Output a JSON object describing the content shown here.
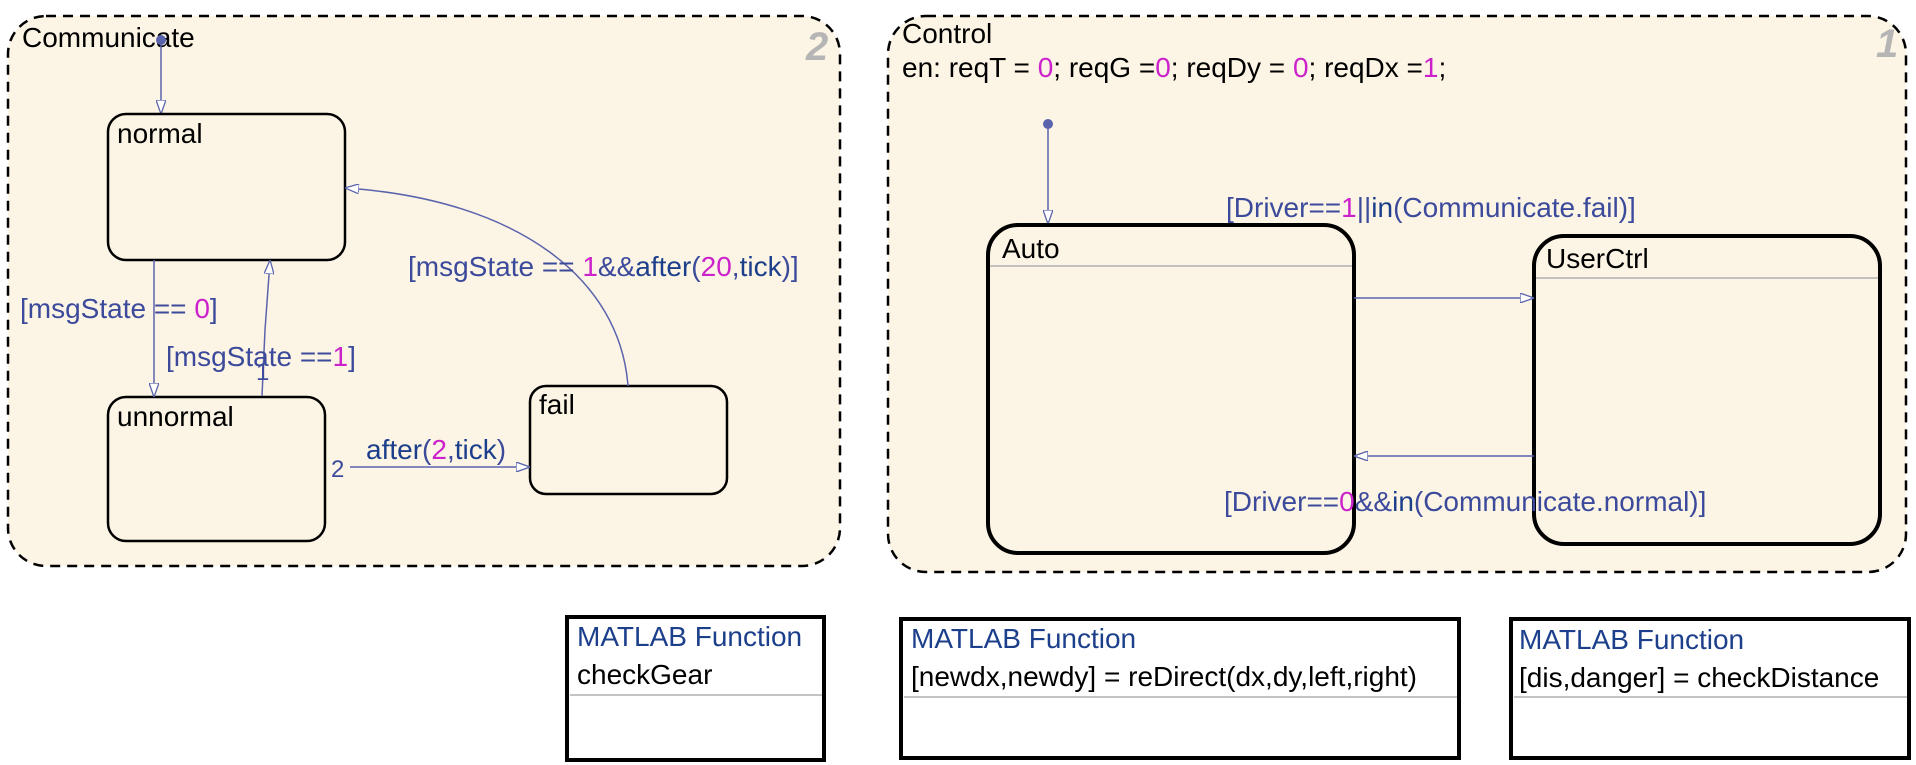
{
  "colors": {
    "chart_fill": "#fcf4e4",
    "transition": "#5a64ad",
    "number": "#cc22cc",
    "function_keyword": "#1c3f8c",
    "priority": "#b5b5b5"
  },
  "communicate": {
    "title": "Communicate",
    "priority": "2",
    "states": {
      "normal": "normal",
      "unnormal": "unnormal",
      "fail": "fail"
    },
    "transitions": {
      "normal_to_unnormal": {
        "pre": "[msgState == ",
        "num": "0",
        "post": "]"
      },
      "unnormal_to_normal": {
        "pre": "[msgState ==",
        "num": "1",
        "post": "]",
        "order": "1"
      },
      "unnormal_to_fail": {
        "fn": "after",
        "open": "(",
        "num": "2",
        "sep": ",",
        "tick": "tick",
        "close": ")",
        "order": "2"
      },
      "fail_to_normal": {
        "pre": "[msgState == ",
        "num": "1",
        "mid": "&&",
        "fn": "after",
        "open": "(",
        "num2": "20",
        "sep": ",",
        "tick": "tick",
        "close": ")]"
      }
    }
  },
  "control": {
    "title": "Control",
    "priority": "1",
    "entry": {
      "a": "en: reqT = ",
      "v1": "0",
      "b": "; reqG =",
      "v2": "0",
      "c": "; reqDy = ",
      "v3": "0",
      "d": "; reqDx =",
      "v4": "1",
      "e": ";"
    },
    "states": {
      "auto": "Auto",
      "userctrl": "UserCtrl"
    },
    "transitions": {
      "auto_to_user": {
        "pre": "[Driver==",
        "num": "1",
        "mid": "||",
        "fn": "in",
        "arg": "(Communicate.fail)]"
      },
      "user_to_auto": {
        "pre": "[Driver==",
        "num": "0",
        "mid": "&&",
        "fn": "in",
        "arg": "(Communicate.normal)]"
      }
    }
  },
  "functions": [
    {
      "header": "MATLAB Function",
      "signature": "checkGear"
    },
    {
      "header": "MATLAB Function",
      "signature": "[newdx,newdy] = reDirect(dx,dy,left,right)"
    },
    {
      "header": "MATLAB Function",
      "signature": "[dis,danger] = checkDistance"
    }
  ]
}
